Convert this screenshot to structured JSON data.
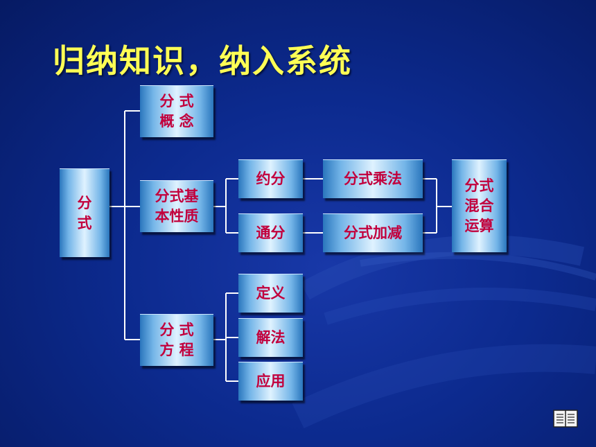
{
  "slide": {
    "title": "归纳知识，纳入系统"
  },
  "diagram": {
    "root": "分\n式",
    "concept": "分 式\n概 念",
    "property": "分式基\n本性质",
    "equation": "分 式\n方 程",
    "reduce": "约分",
    "common": "通分",
    "mul_div": "分式乘法",
    "add_sub": "分式加减",
    "mixed": "分式\n混合\n运算",
    "definition": "定义",
    "solution": "解法",
    "application": "应用"
  },
  "colors": {
    "background": "#0c2a8e",
    "title": "#ffff55",
    "node_text": "#c2003c",
    "connector": "#ffffff"
  },
  "icons": [
    "book-icon"
  ]
}
